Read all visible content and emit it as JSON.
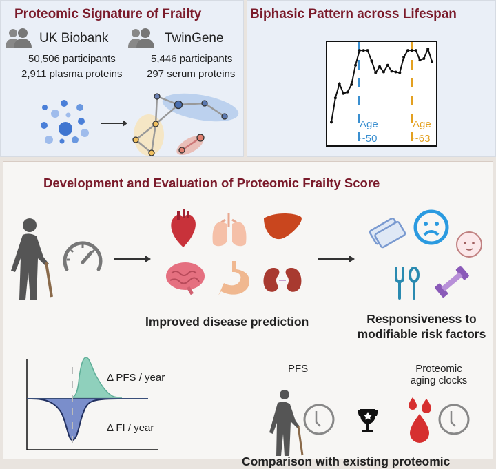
{
  "signature_panel": {
    "title": "Proteomic Signature of Frailty",
    "cohorts": [
      {
        "name": "UK Biobank",
        "participants": "50,506 participants",
        "proteins": "2,911 plasma proteins"
      },
      {
        "name": "TwinGene",
        "participants": "5,446 participants",
        "proteins": "297 serum proteins"
      }
    ]
  },
  "biphasic_panel": {
    "title": "Biphasic Pattern across Lifespan",
    "markers": [
      {
        "label": "Age",
        "value": "~50",
        "color": "#3a8fd0"
      },
      {
        "label": "Age",
        "value": "~63",
        "color": "#e3a020"
      }
    ],
    "series": [
      1.5,
      34,
      53,
      40,
      42,
      52,
      78,
      98,
      98,
      98,
      84,
      68,
      76,
      69,
      78,
      70,
      69,
      68,
      89,
      98,
      98,
      98,
      85,
      87,
      100,
      83
    ]
  },
  "development_panel": {
    "title": "Development and Evaluation of Proteomic Frailty Score",
    "disease_label": "Improved disease prediction",
    "risk_label_1": "Responsiveness to",
    "risk_label_2": "modifiable risk factors",
    "delta_pfs": "Δ PFS / year",
    "delta_fi": "Δ FI / year",
    "pfs_label": "PFS",
    "clocks_label_1": "Proteomic",
    "clocks_label_2": "aging clocks",
    "comparison_label": "Comparison with existing proteomic"
  },
  "colors": {
    "title": "#7a1a2a",
    "blue": "#3a8fd0",
    "orange": "#e3a020",
    "teal": "#7fcab5",
    "navy": "#2b3a70",
    "red": "#d62f2f"
  }
}
